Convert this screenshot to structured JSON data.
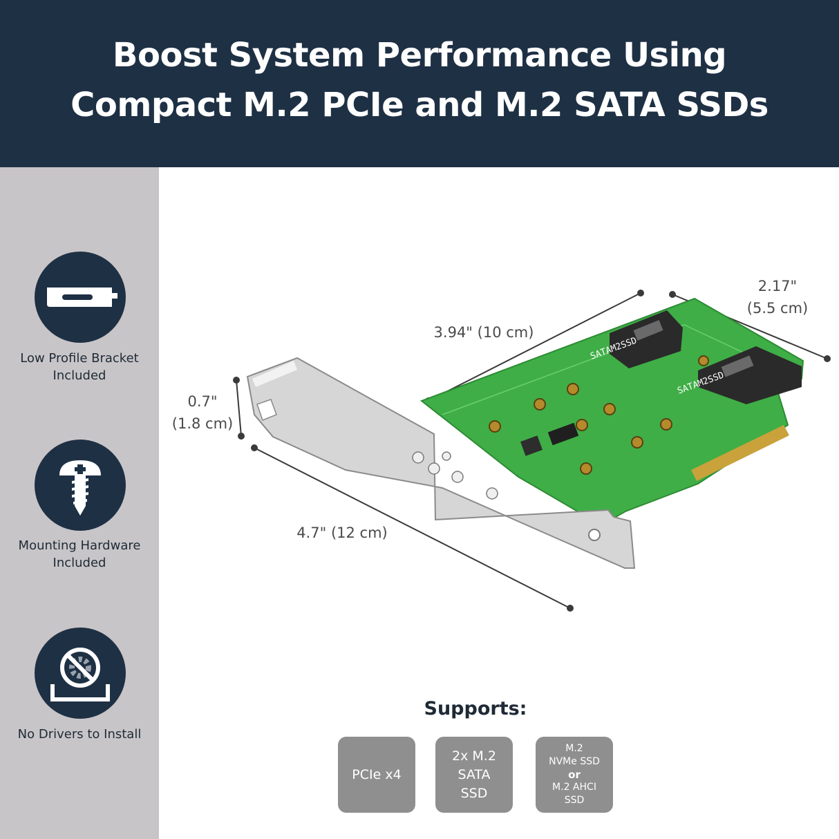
{
  "header": {
    "title_line1": "Boost System Performance Using",
    "title_line2": "Compact M.2 PCIe and M.2 SATA SSDs"
  },
  "features": [
    {
      "icon": "bracket-icon",
      "label_line1": "Low Profile Bracket",
      "label_line2": "Included"
    },
    {
      "icon": "screw-icon",
      "label_line1": "Mounting Hardware",
      "label_line2": "Included"
    },
    {
      "icon": "no-driver-icon",
      "label_line1": "No Drivers to Install",
      "label_line2": ""
    }
  ],
  "dimensions": {
    "height_in": "0.7\"",
    "height_cm": "(1.8 cm)",
    "card_length": "3.94\" (10 cm)",
    "card_width_in": "2.17\"",
    "card_width_cm": "(5.5 cm)",
    "bracket_length": "4.7\" (12 cm)"
  },
  "supports": {
    "title": "Supports:",
    "tile1": "PCIe x4",
    "tile2_line1": "2x M.2",
    "tile2_line2": "SATA",
    "tile2_line3": "SSD",
    "tile3_line1": "M.2",
    "tile3_line2": "NVMe SSD",
    "tile3_or": "or",
    "tile3_line3": "M.2 AHCI",
    "tile3_line4": "SSD"
  },
  "board_labels": {
    "slot_label_1": "SATAM2SSD",
    "slot_label_2": "SATAM2SSD"
  },
  "colors": {
    "header_bg": "#1e3044",
    "sidebar_bg": "#c8c5c8",
    "icon_circle": "#1e3044",
    "pcb_green": "#3fb24a",
    "tile_gray": "#8f8f8f"
  }
}
